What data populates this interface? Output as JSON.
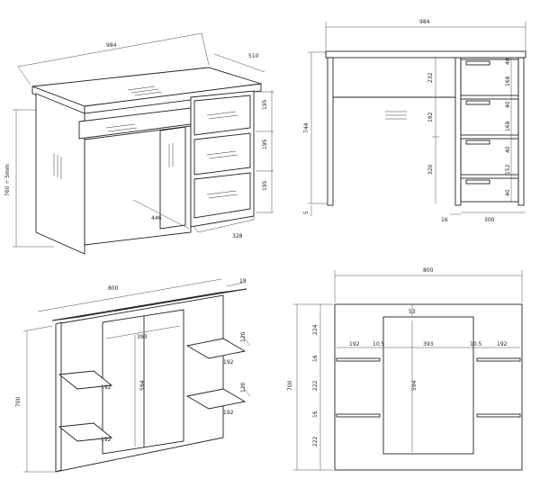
{
  "desk": {
    "iso": {
      "width": "984",
      "depth": "510",
      "height": "760 ÷ 5mm",
      "knee_depth": "446",
      "drawer_height_1": "195",
      "drawer_height_2": "195",
      "drawer_height_3": "195",
      "drawer_width": "328"
    },
    "front": {
      "width": "984",
      "height": "744",
      "leg": "5",
      "left_gap_1": "232",
      "left_gap_2": "192",
      "left_gap_3": "320",
      "right_d1": "40",
      "right_d2": "168",
      "right_d3": "40",
      "right_d4": "168",
      "right_d5": "40",
      "right_d6": "152",
      "right_d7": "40",
      "bottom_16": "16",
      "bottom_300": "300"
    }
  },
  "shelf": {
    "iso": {
      "width": "800",
      "depth": "18",
      "height": "700",
      "mirror_w": "393",
      "mirror_h": "594",
      "shelf_w_ul": "192",
      "shelf_w_ll": "192",
      "shelf_w_ur": "192",
      "shelf_w_lr": "192",
      "shelf_d_ur": "120",
      "shelf_d_lr": "120"
    },
    "front": {
      "width": "800",
      "height": "700",
      "top_53": "53",
      "left_224": "224",
      "left_16a": "16",
      "left_222a": "222",
      "left_16b": "16",
      "left_222b": "222",
      "seg_left": "192",
      "seg_gap_l": "10.5",
      "seg_mid": "393",
      "seg_gap_r": "10.5",
      "seg_right": "192",
      "mirror_h": "594"
    }
  }
}
